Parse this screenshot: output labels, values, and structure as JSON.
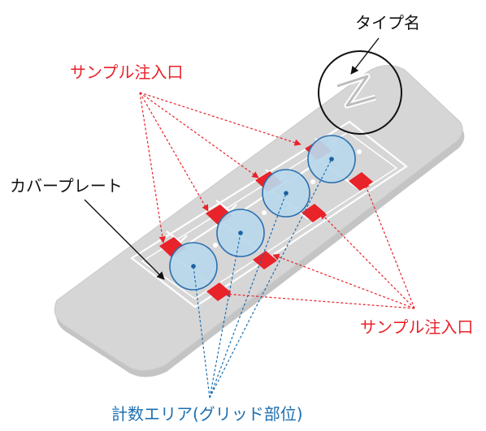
{
  "labels": {
    "type_name": "タイプ名",
    "sample_inlet_top": "サンプル注入口",
    "cover_plate": "カバープレート",
    "sample_inlet_right": "サンプル注入口",
    "counting_area": "計数エリア(グリッド部位)"
  },
  "colors": {
    "red": "#e8232a",
    "blue": "#1c6fb0",
    "slide": "#d4d4d5",
    "slide_edge": "#c5c5c6",
    "lens_fill": "#b9d8ec",
    "lens_stroke": "#2a6fae"
  }
}
